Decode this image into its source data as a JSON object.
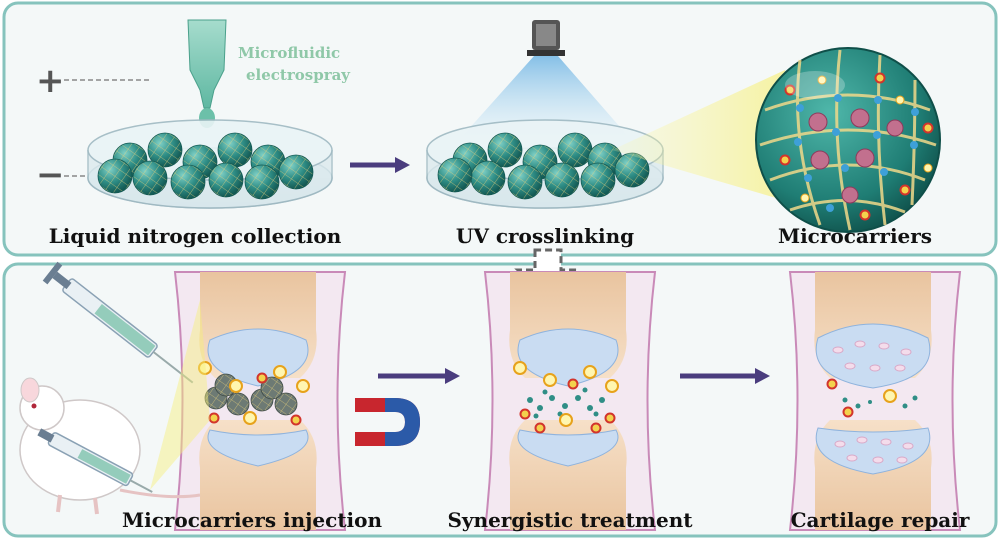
{
  "top_panel": {
    "electrospray_label_line1": "Microfluidic",
    "electrospray_label_line2": "electrospray",
    "plus_sign": "+",
    "minus_sign": "−",
    "caption_collection": "Liquid nitrogen collection",
    "caption_uv": "UV crosslinking",
    "caption_microcarriers": "Microcarriers"
  },
  "bottom_panel": {
    "caption_injection": "Microcarriers injection",
    "caption_treatment": "Synergistic treatment",
    "caption_repair": "Cartilage repair"
  },
  "colors": {
    "panel_border": "#86c3bd",
    "panel_fill": "#f4f8f8",
    "sphere": "#2f8e86",
    "sphere_dark": "#1c6660",
    "sphere_mesh": "#e8d27a",
    "arrow": "#4a3d7e",
    "uv_light": "#bfe6f7",
    "bone": "#f0cfae",
    "cartilage": "#c9dcf2",
    "magnet_red": "#c8262e",
    "magnet_blue": "#2b5aa8"
  },
  "icons": [
    "syringe-icon",
    "magnet-icon",
    "uv-lamp-icon",
    "mouse-icon",
    "down-arrow-icon"
  ]
}
